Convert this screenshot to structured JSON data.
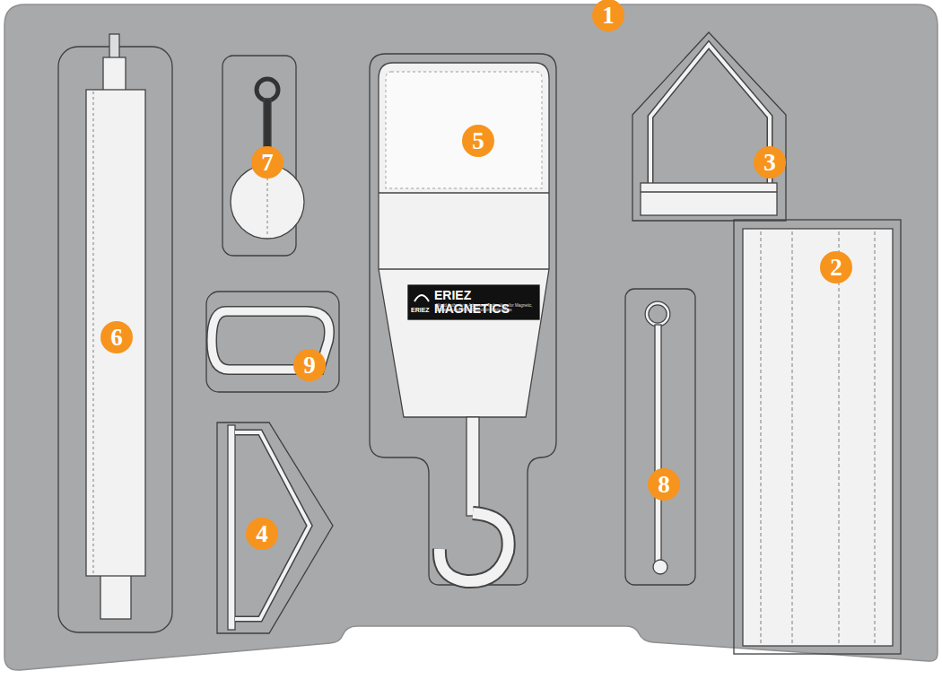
{
  "diagram": {
    "labels": [
      "1",
      "2",
      "3",
      "4",
      "5",
      "6",
      "7",
      "8",
      "9",
      "ERIEZ MAGNETICS",
      "ERIEZ",
      "World Authority in Advanced Technology for Magnetic, Vibratory and Metal Detection Applications"
    ]
  }
}
